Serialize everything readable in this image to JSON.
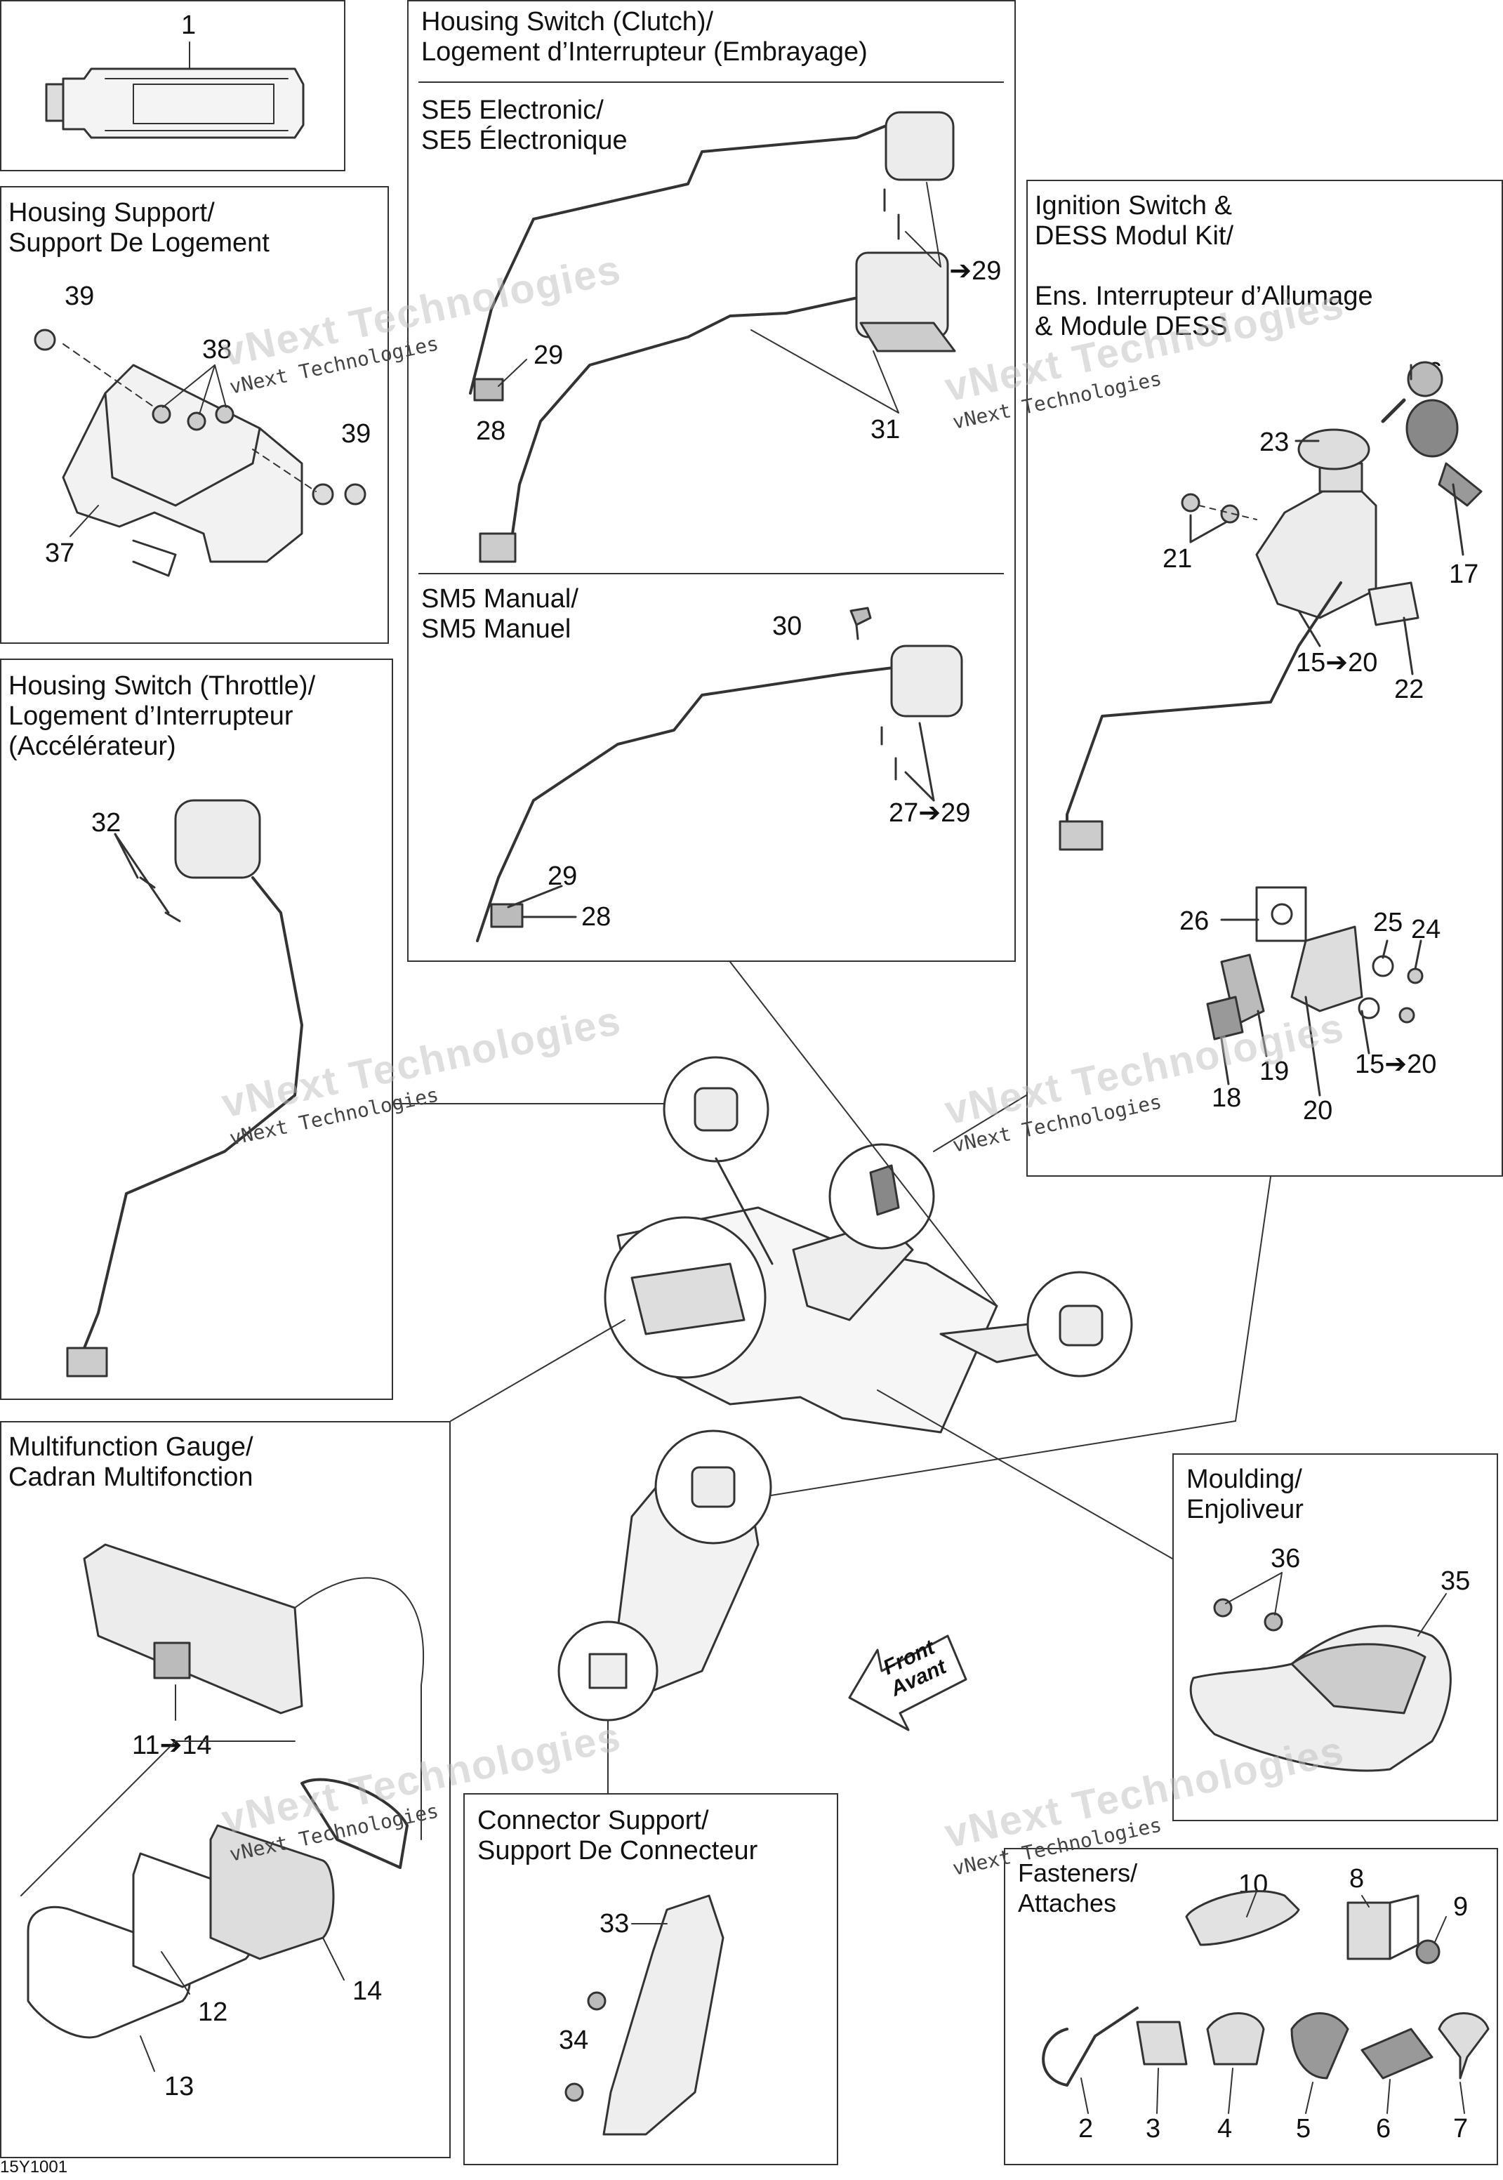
{
  "panels": {
    "grease": {
      "numbers": [
        "1"
      ]
    },
    "housing_support": {
      "title": "Housing Support/\nSupport De Logement",
      "numbers": [
        "39",
        "38",
        "39",
        "37"
      ]
    },
    "clutch": {
      "title": "Housing Switch (Clutch)/\nLogement d’Interrupteur (Embrayage)",
      "se5_title": "SE5 Electronic/\nSE5 Électronique",
      "sm5_title": "SM5 Manual/\nSM5 Manuel",
      "numbers": [
        "27➔29",
        "29",
        "28",
        "31",
        "30",
        "27➔29",
        "29",
        "28"
      ]
    },
    "ignition": {
      "title": "Ignition Switch &\nDESS Modul Kit/\n\nEns. Interrupteur d’Allumage\n& Module DESS",
      "numbers": [
        "16",
        "23",
        "21",
        "17",
        "15➔20",
        "22",
        "26",
        "25",
        "24",
        "19",
        "15➔20",
        "18",
        "20"
      ]
    },
    "throttle": {
      "title": "Housing Switch (Throttle)/\nLogement d’Interrupteur\n(Accélérateur)",
      "numbers": [
        "32"
      ]
    },
    "gauge": {
      "title": "Multifunction Gauge/\nCadran Multifonction",
      "numbers": [
        "11➔14",
        "14",
        "12",
        "13"
      ]
    },
    "moulding": {
      "title": "Moulding/\nEnjoliveur",
      "numbers": [
        "36",
        "35"
      ]
    },
    "connector": {
      "title": "Connector Support/\nSupport De Connecteur",
      "numbers": [
        "33",
        "34"
      ]
    },
    "fasteners": {
      "title": "Fasteners/\nAttaches",
      "numbers": [
        "10",
        "8",
        "9",
        "2",
        "3",
        "4",
        "5",
        "6",
        "7"
      ]
    }
  },
  "front_arrow": {
    "line1": "Front",
    "line2": "Avant"
  },
  "watermark": {
    "big": "vNext Technologies",
    "small": "vNext Technologies"
  },
  "drawing_code": "15Y1001",
  "colors": {
    "line": "#333333",
    "part_fill": "#e6e6e6",
    "part_dark": "#8a8a8a"
  }
}
